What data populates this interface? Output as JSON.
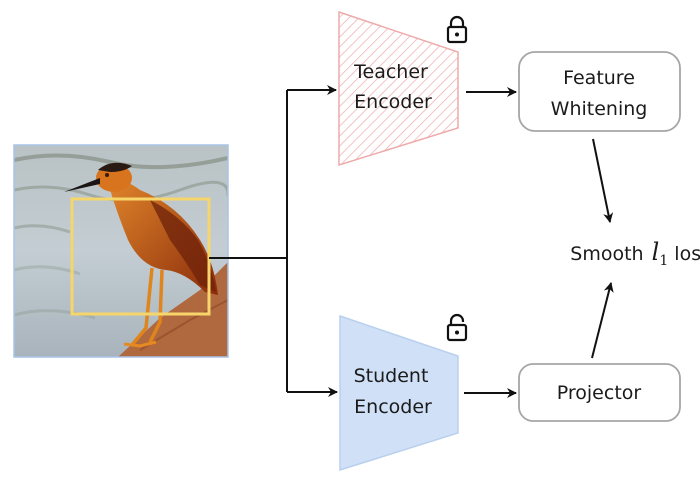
{
  "figure": {
    "input_image": {
      "subject": "heron bird standing on rock near water",
      "crop_box_color": "#f6d66a",
      "border_color": "#a9c4e8"
    },
    "teacher_encoder": {
      "line1": "Teacher",
      "line2": "Encoder",
      "fill_style": "hatched",
      "color": "#e8a2a2",
      "lock_icon": "locked-padlock"
    },
    "student_encoder": {
      "line1": "Student",
      "line2": "Encoder",
      "fill_style": "solid",
      "color": "#cfe0f7",
      "lock_icon": "unlocked-padlock"
    },
    "feature_whitening": {
      "line1": "Feature",
      "line2": "Whitening"
    },
    "projector": {
      "label": "Projector"
    },
    "loss": {
      "prefix": "Smooth ",
      "symbol": "l",
      "subscript": "1",
      "suffix": " loss"
    }
  }
}
